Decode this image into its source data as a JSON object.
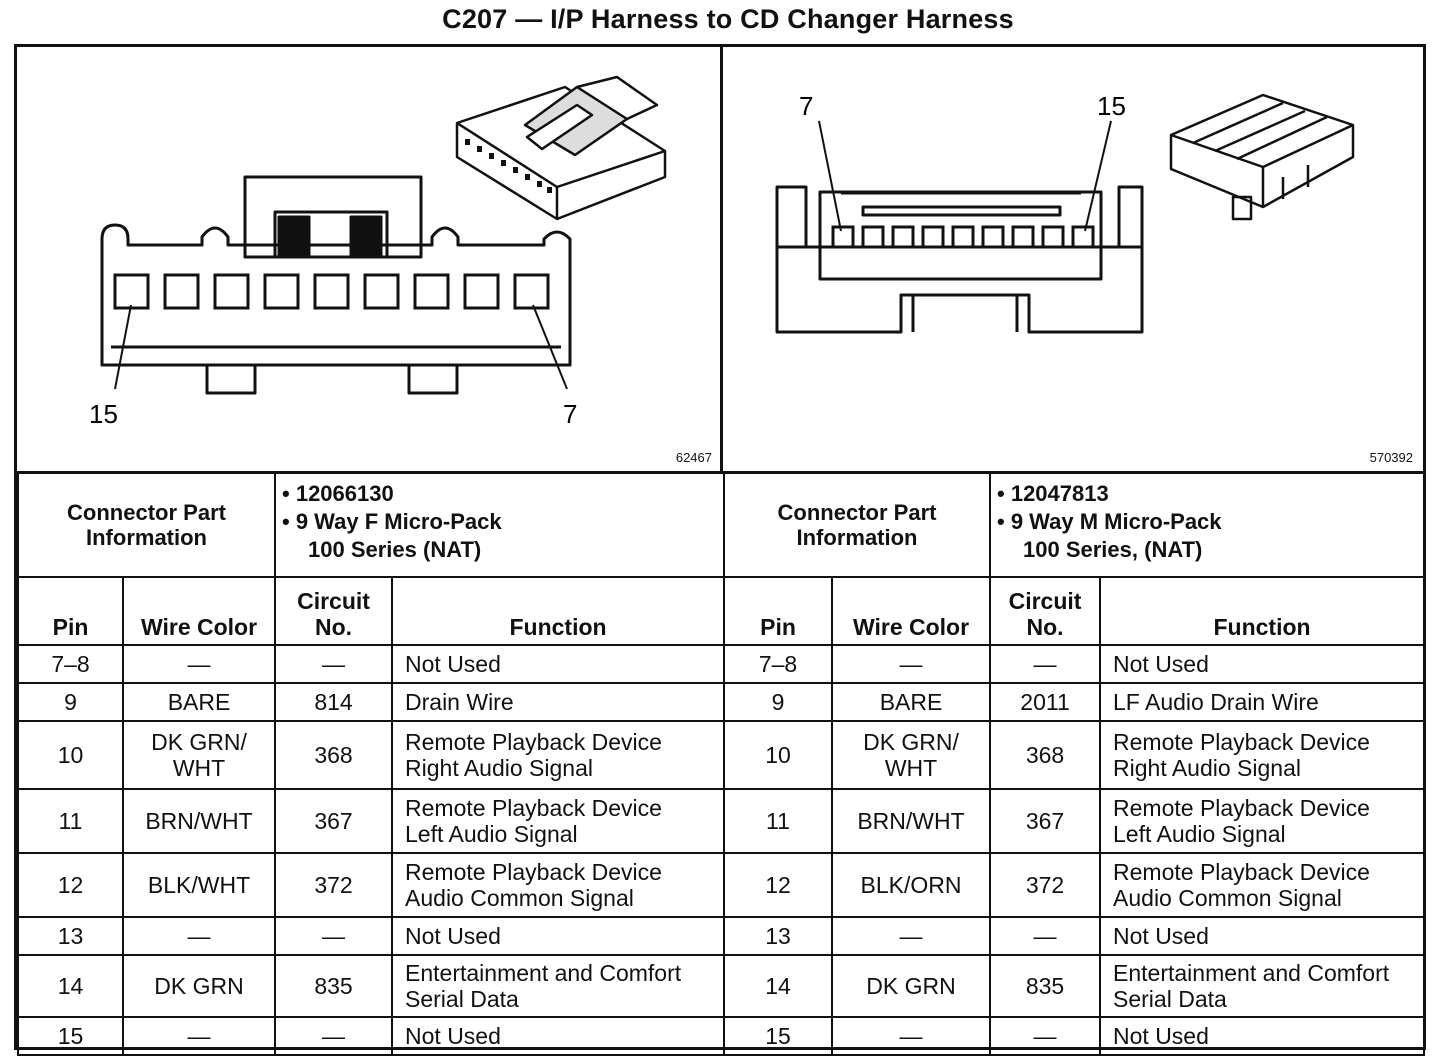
{
  "title": "C207 — I/P Harness to CD Changer Harness",
  "left": {
    "figure": {
      "pin_start": "15",
      "pin_end": "7",
      "figure_id": "62467"
    },
    "connector_label": "Connector Part Information",
    "part_number": "• 12066130",
    "description_line1": "• 9 Way F Micro-Pack",
    "description_line2": "100 Series (NAT)",
    "headers": {
      "pin": "Pin",
      "wire_color": "Wire Color",
      "circuit": "Circuit No.",
      "function": "Function"
    },
    "rows": [
      {
        "pin": "7–8",
        "color": "—",
        "circuit": "—",
        "function_line1": "Not Used",
        "function_line2": ""
      },
      {
        "pin": "9",
        "color": "BARE",
        "circuit": "814",
        "function_line1": "Drain Wire",
        "function_line2": ""
      },
      {
        "pin": "10",
        "color": "DK GRN/ WHT",
        "circuit": "368",
        "function_line1": "Remote Playback Device",
        "function_line2": "Right Audio Signal"
      },
      {
        "pin": "11",
        "color": "BRN/WHT",
        "circuit": "367",
        "function_line1": "Remote Playback Device",
        "function_line2": "Left Audio Signal"
      },
      {
        "pin": "12",
        "color": "BLK/WHT",
        "circuit": "372",
        "function_line1": "Remote Playback Device",
        "function_line2": "Audio Common Signal"
      },
      {
        "pin": "13",
        "color": "—",
        "circuit": "—",
        "function_line1": "Not Used",
        "function_line2": ""
      },
      {
        "pin": "14",
        "color": "DK GRN",
        "circuit": "835",
        "function_line1": "Entertainment and Comfort",
        "function_line2": "Serial Data"
      },
      {
        "pin": "15",
        "color": "—",
        "circuit": "—",
        "function_line1": "Not Used",
        "function_line2": ""
      }
    ]
  },
  "right": {
    "figure": {
      "pin_start": "7",
      "pin_end": "15",
      "figure_id": "570392"
    },
    "connector_label": "Connector Part Information",
    "part_number": "• 12047813",
    "description_line1": "• 9 Way M Micro-Pack",
    "description_line2": "100 Series, (NAT)",
    "headers": {
      "pin": "Pin",
      "wire_color": "Wire Color",
      "circuit": "Circuit No.",
      "function": "Function"
    },
    "rows": [
      {
        "pin": "7–8",
        "color": "—",
        "circuit": "—",
        "function_line1": "Not Used",
        "function_line2": ""
      },
      {
        "pin": "9",
        "color": "BARE",
        "circuit": "2011",
        "function_line1": "LF Audio Drain Wire",
        "function_line2": ""
      },
      {
        "pin": "10",
        "color": "DK GRN/ WHT",
        "circuit": "368",
        "function_line1": "Remote Playback Device",
        "function_line2": "Right Audio Signal"
      },
      {
        "pin": "11",
        "color": "BRN/WHT",
        "circuit": "367",
        "function_line1": "Remote Playback Device",
        "function_line2": "Left Audio Signal"
      },
      {
        "pin": "12",
        "color": "BLK/ORN",
        "circuit": "372",
        "function_line1": "Remote Playback Device",
        "function_line2": "Audio Common Signal"
      },
      {
        "pin": "13",
        "color": "—",
        "circuit": "—",
        "function_line1": "Not Used",
        "function_line2": ""
      },
      {
        "pin": "14",
        "color": "DK GRN",
        "circuit": "835",
        "function_line1": "Entertainment and Comfort",
        "function_line2": "Serial Data"
      },
      {
        "pin": "15",
        "color": "—",
        "circuit": "—",
        "function_line1": "Not Used",
        "function_line2": ""
      }
    ]
  }
}
